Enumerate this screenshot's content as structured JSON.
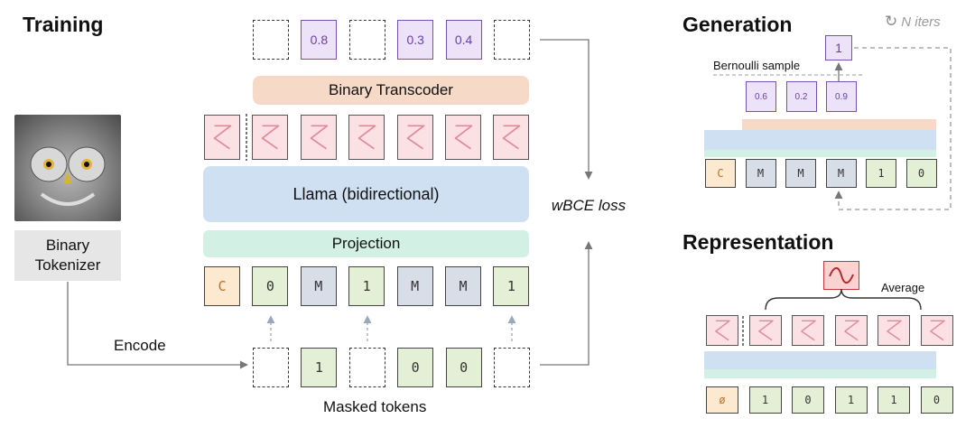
{
  "titles": {
    "training": "Training",
    "generation": "Generation",
    "representation": "Representation"
  },
  "iters_label": "N iters",
  "training": {
    "tokenizer_label": "Binary Tokenizer",
    "encode_label": "Encode",
    "masked_label": "Masked tokens",
    "loss_label": "wBCE loss",
    "transcoder_label": "Binary Transcoder",
    "llama_label": "Llama (bidirectional)",
    "projection_label": "Projection",
    "output_tokens": [
      "",
      "0.8",
      "",
      "0.3",
      "0.4",
      ""
    ],
    "input_tokens": [
      "C",
      "0",
      "M",
      "1",
      "M",
      "M",
      "1"
    ],
    "masked_tokens": [
      "",
      "1",
      "",
      "0",
      "0",
      ""
    ]
  },
  "generation": {
    "bernoulli_label": "Bernoulli sample",
    "sample_value": "1",
    "probs": [
      "0.6",
      "0.2",
      "0.9"
    ],
    "input_tokens": [
      "C",
      "M",
      "M",
      "M",
      "1",
      "0"
    ]
  },
  "representation": {
    "average_label": "Average",
    "input_tokens": [
      "ø",
      "1",
      "0",
      "1",
      "1",
      "0"
    ]
  },
  "colors": {
    "transcoder": "#f7d9c8",
    "llama": "#cfe0f2",
    "projection": "#d3f0e4",
    "output_token": "#ece3f8",
    "cls_token": "#fde9cf",
    "mask_token": "#d7dee8",
    "bit_token": "#e4f0d5",
    "wave_token": "#fbe0e4"
  }
}
